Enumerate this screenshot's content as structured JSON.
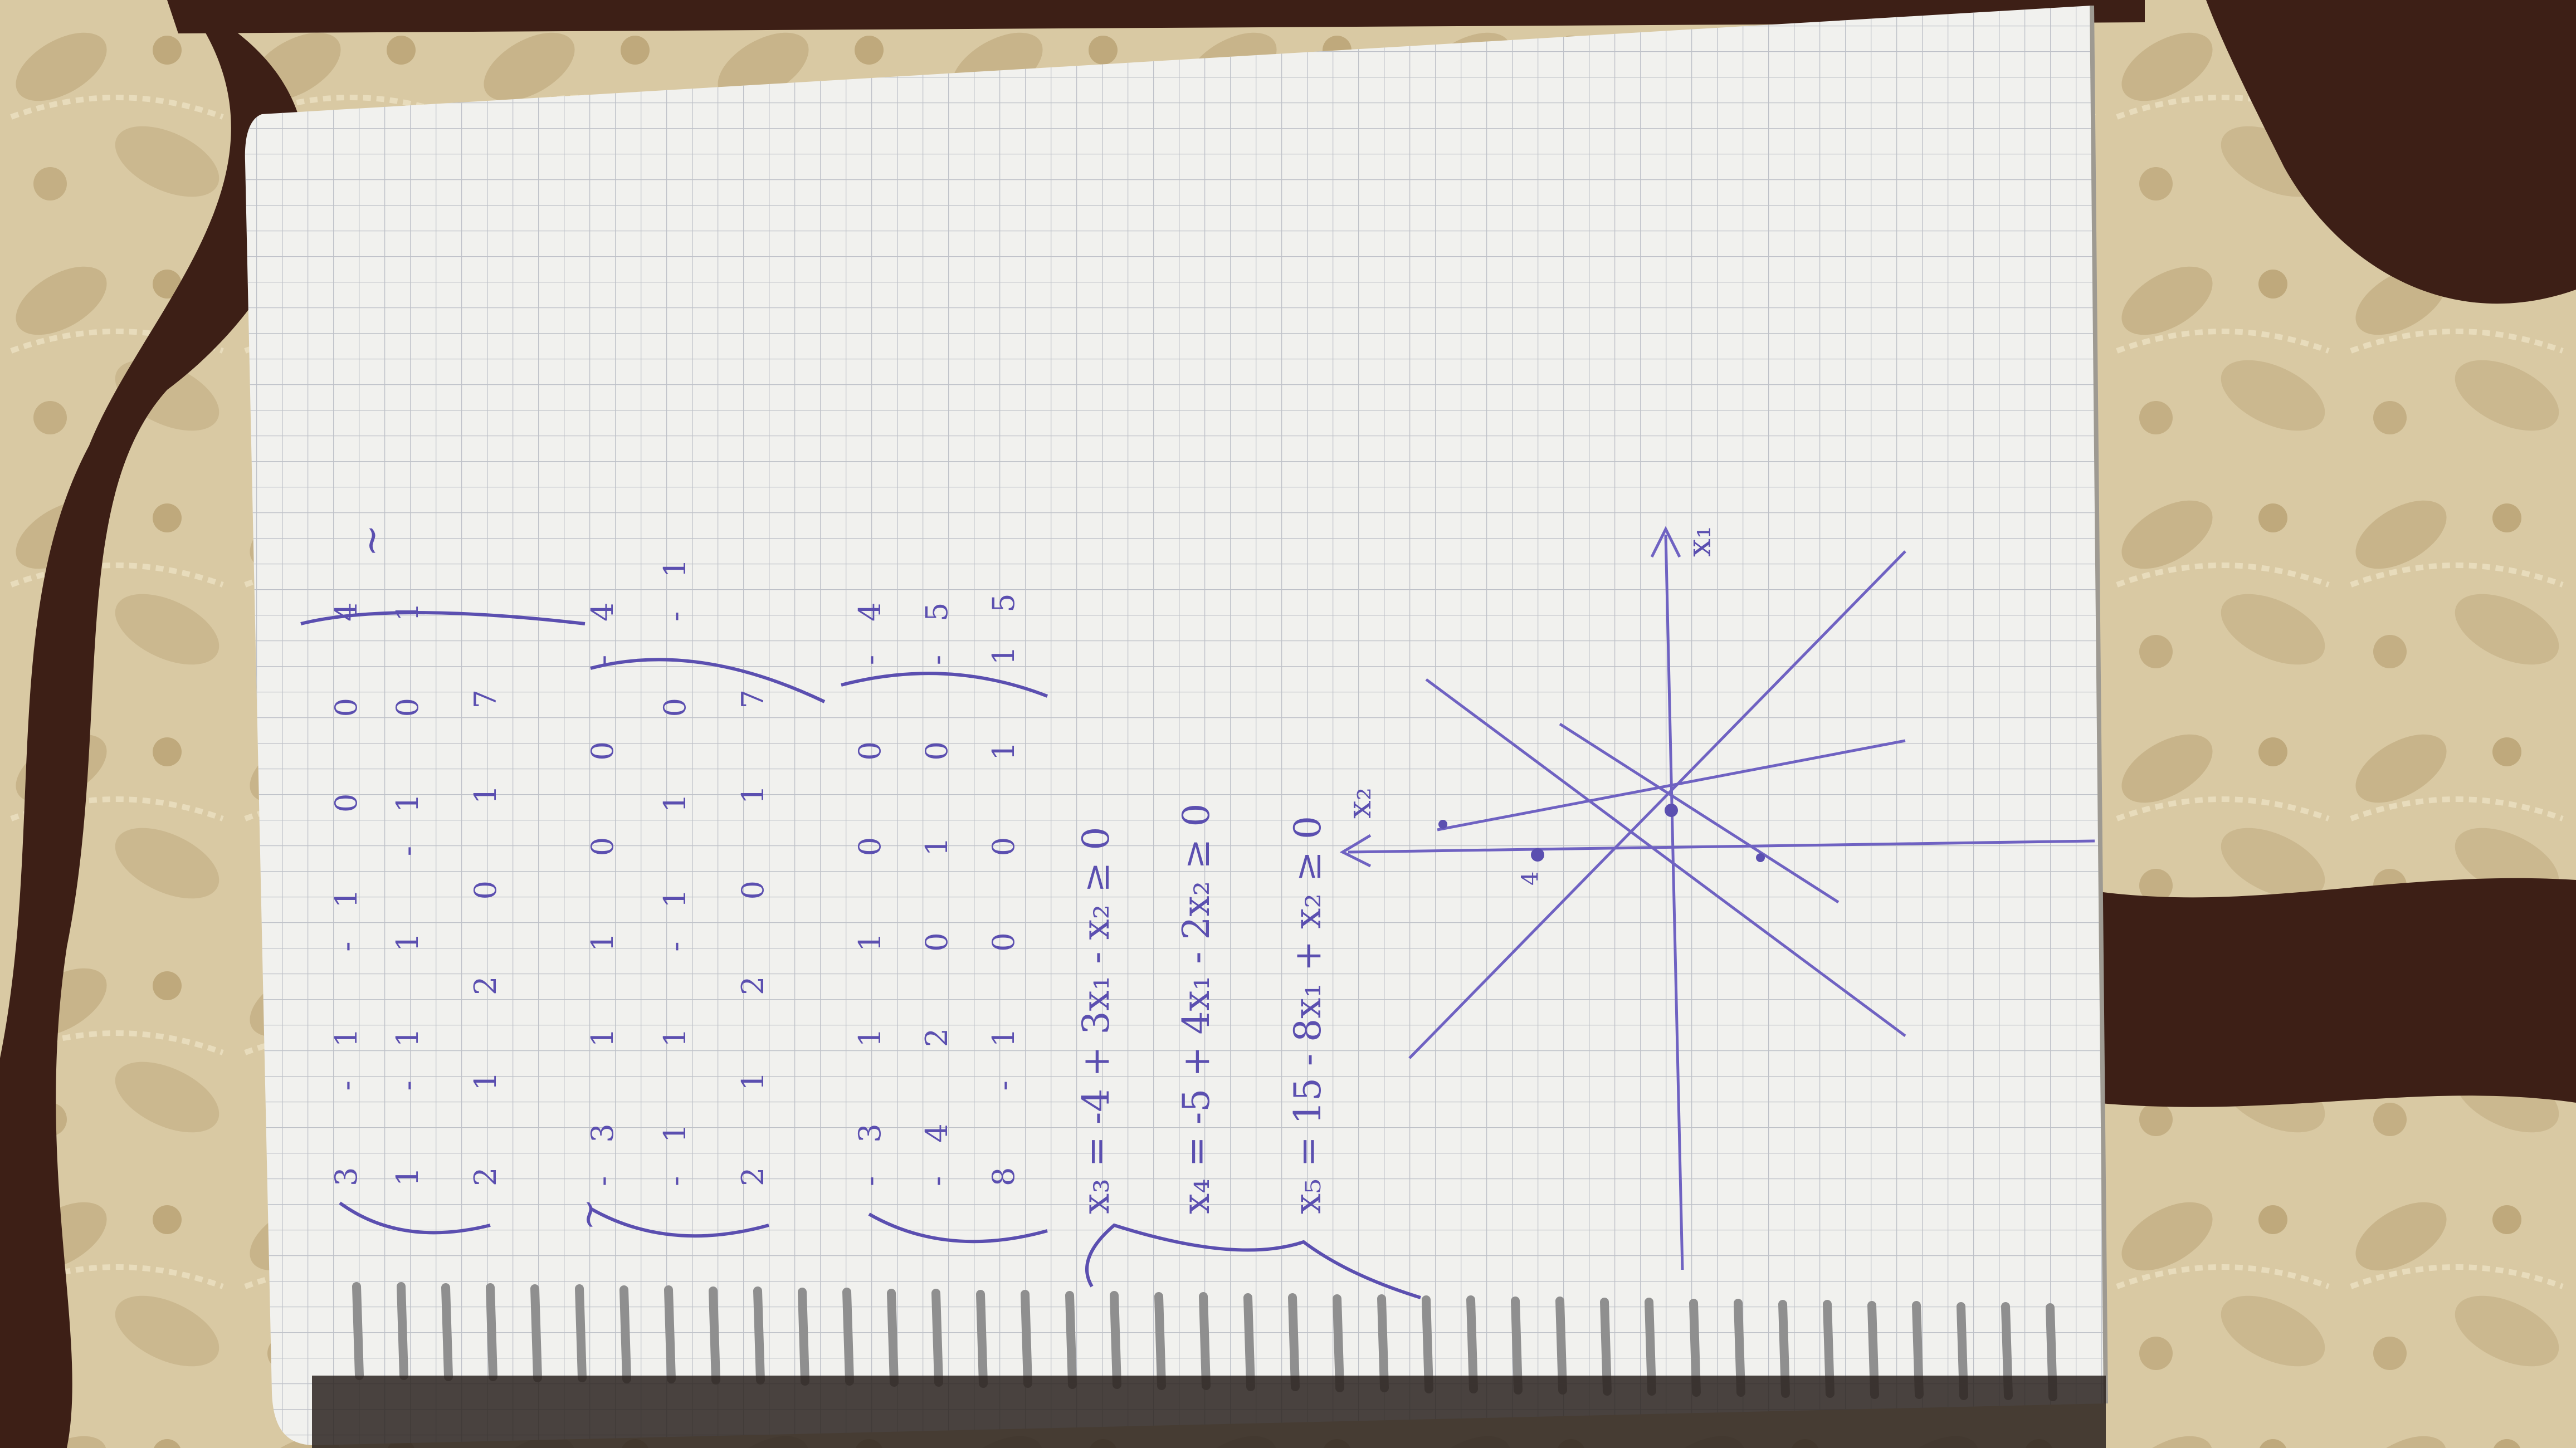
{
  "photo": {
    "subject": "spiral graph-paper notebook on a paisley quilt, photographed sideways",
    "colors": {
      "ink": "#5b4fb0",
      "paper": "#f1f1ee",
      "grid": "#b8bcc4",
      "quilt_light": "#d9c9a3",
      "quilt_dark": "#3d1f16",
      "spiral": "#9a9a9a"
    }
  },
  "notes": {
    "matrix1": {
      "rows": [
        [
          "3",
          "-1",
          "-1",
          "0",
          "0",
          "4"
        ],
        [
          "1",
          "-1",
          "1",
          "-1",
          "0",
          "1"
        ],
        [
          "2",
          "1",
          "2",
          "0",
          "1",
          "7"
        ]
      ],
      "tilde": "~"
    },
    "matrix2": {
      "rows": [
        [
          "-3",
          "1",
          "1",
          "0",
          "0",
          "-4"
        ],
        [
          "-1",
          "1",
          "-1",
          "1",
          "0",
          "-1"
        ],
        [
          "2",
          "1",
          "2",
          "0",
          "1",
          "7"
        ]
      ],
      "tilde": "~"
    },
    "matrix3": {
      "rows": [
        [
          "-3",
          "1",
          "1",
          "0",
          "0",
          "-4"
        ],
        [
          "-4",
          "2",
          "0",
          "1",
          "0",
          "-5"
        ],
        [
          "8",
          "-1",
          "0",
          "0",
          "1",
          "15"
        ]
      ]
    },
    "system": [
      "x₃ = -4 + 3x₁ - x₂ ≥ 0",
      "x₄ = -5 + 4x₁ - 2x₂ ≥ 0",
      "x₅ = 15 - 8x₁ + x₂ ≥ 0"
    ],
    "graph": {
      "axis_x1": "x₁",
      "axis_x2": "x₂",
      "mark": "4"
    }
  }
}
